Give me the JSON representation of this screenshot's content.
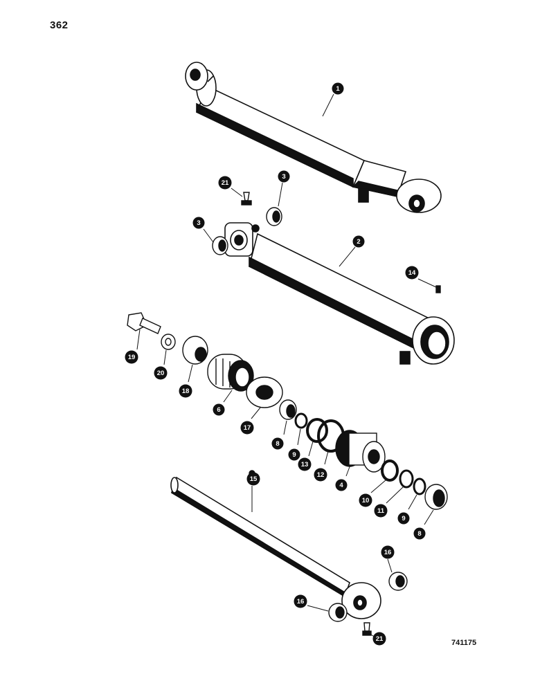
{
  "page": {
    "number": "362",
    "figure_id": "741175"
  },
  "callouts": [
    {
      "id": "c1",
      "label": "1"
    },
    {
      "id": "c2",
      "label": "2"
    },
    {
      "id": "c3a",
      "label": "3"
    },
    {
      "id": "c3b",
      "label": "3"
    },
    {
      "id": "c4",
      "label": "4"
    },
    {
      "id": "c6",
      "label": "6"
    },
    {
      "id": "c8a",
      "label": "8"
    },
    {
      "id": "c8b",
      "label": "8"
    },
    {
      "id": "c9a",
      "label": "9"
    },
    {
      "id": "c9b",
      "label": "9"
    },
    {
      "id": "c10",
      "label": "10"
    },
    {
      "id": "c11",
      "label": "11"
    },
    {
      "id": "c12",
      "label": "12"
    },
    {
      "id": "c13",
      "label": "13"
    },
    {
      "id": "c14",
      "label": "14"
    },
    {
      "id": "c15",
      "label": "15"
    },
    {
      "id": "c16a",
      "label": "16"
    },
    {
      "id": "c16b",
      "label": "16"
    },
    {
      "id": "c17",
      "label": "17"
    },
    {
      "id": "c18",
      "label": "18"
    },
    {
      "id": "c19",
      "label": "19"
    },
    {
      "id": "c20",
      "label": "20"
    },
    {
      "id": "c21a",
      "label": "21"
    },
    {
      "id": "c21b",
      "label": "21"
    }
  ]
}
